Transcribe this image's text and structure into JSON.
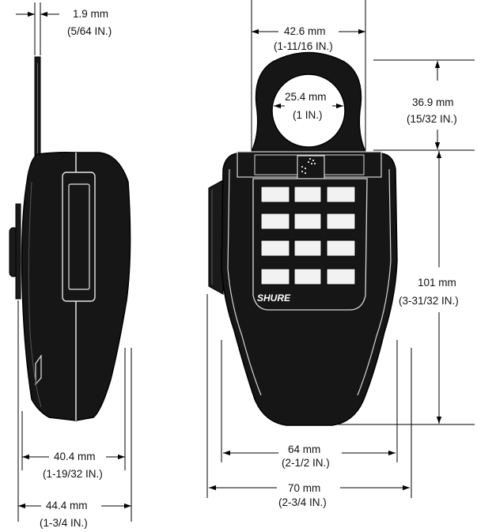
{
  "brand": "SHURE",
  "colors": {
    "body": "#151515",
    "line": "#000000",
    "key": "#f2f2f2",
    "background": "#ffffff"
  },
  "dimensions": {
    "clip_thickness": {
      "metric": "1.9 mm",
      "imperial": "(5/64 IN.)"
    },
    "depth_inner": {
      "metric": "40.4 mm",
      "imperial": "(1-19/32 IN.)"
    },
    "depth_outer": {
      "metric": "44.4 mm",
      "imperial": "(1-3/4 IN.)"
    },
    "loop_width": {
      "metric": "42.6 mm",
      "imperial": "(1-11/16 IN.)"
    },
    "loop_hole": {
      "metric": "25.4 mm",
      "imperial": "(1 IN.)"
    },
    "loop_height": {
      "metric": "36.9 mm",
      "imperial": "(15/32 IN.)"
    },
    "body_height": {
      "metric": "101 mm",
      "imperial": "(3-31/32 IN.)"
    },
    "body_width": {
      "metric": "64 mm",
      "imperial": "(2-1/2 IN.)"
    },
    "overall_width": {
      "metric": "70 mm",
      "imperial": "(2-3/4 IN.)"
    }
  }
}
